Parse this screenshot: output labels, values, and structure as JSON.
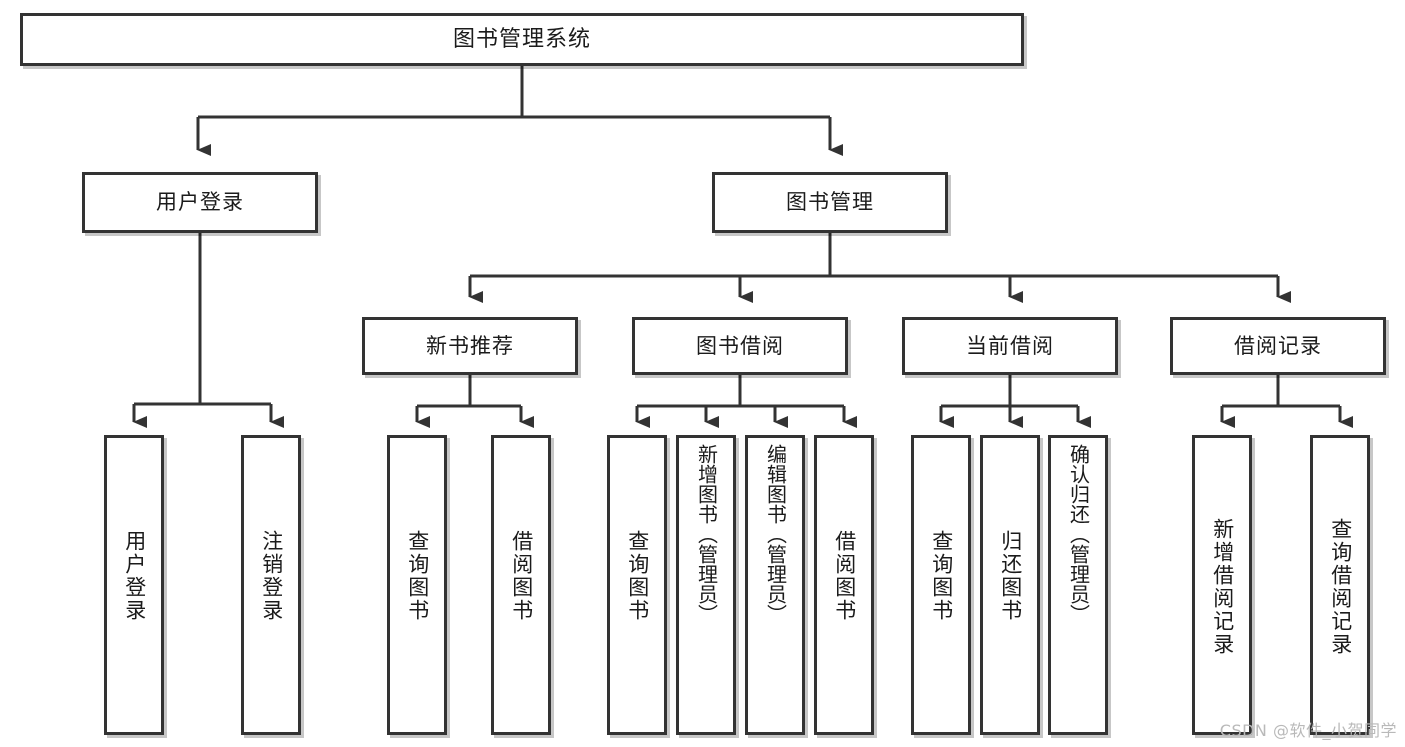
{
  "diagram": {
    "title": "图书管理系统",
    "watermark": "CSDN @软件_小贺同学",
    "accent_color": "#333333",
    "background_color": "#ffffff",
    "nodes": {
      "root": "图书管理系统",
      "level1": {
        "user_login": "用户登录",
        "book_manage": "图书管理"
      },
      "level2": {
        "new_book_rec": "新书推荐",
        "book_borrow": "图书借阅",
        "current_borrow": "当前借阅",
        "borrow_record": "借阅记录"
      },
      "leaves": {
        "user_login_1": "用户登录",
        "user_login_2": "注销登录",
        "new_book_1": "查询图书",
        "new_book_2": "借阅图书",
        "borrow_1": "查询图书",
        "borrow_2": "新增图书（管理员）",
        "borrow_3": "编辑图书（管理员）",
        "borrow_4": "借阅图书",
        "current_1": "查询图书",
        "current_2": "归还图书",
        "current_3": "确认归还（管理员）",
        "record_1": "新增借阅记录",
        "record_2": "查询借阅记录"
      }
    }
  },
  "chart_data": {
    "type": "table",
    "title": "图书管理系统",
    "structure": [
      {
        "label": "图书管理系统",
        "level": 0,
        "children": [
          {
            "label": "用户登录",
            "level": 1,
            "children": [
              {
                "label": "用户登录",
                "level": 2,
                "children": []
              },
              {
                "label": "注销登录",
                "level": 2,
                "children": []
              }
            ]
          },
          {
            "label": "图书管理",
            "level": 1,
            "children": [
              {
                "label": "新书推荐",
                "level": 2,
                "children": [
                  {
                    "label": "查询图书",
                    "level": 3,
                    "children": []
                  },
                  {
                    "label": "借阅图书",
                    "level": 3,
                    "children": []
                  }
                ]
              },
              {
                "label": "图书借阅",
                "level": 2,
                "children": [
                  {
                    "label": "查询图书",
                    "level": 3,
                    "children": []
                  },
                  {
                    "label": "新增图书（管理员）",
                    "level": 3,
                    "children": []
                  },
                  {
                    "label": "编辑图书（管理员）",
                    "level": 3,
                    "children": []
                  },
                  {
                    "label": "借阅图书",
                    "level": 3,
                    "children": []
                  }
                ]
              },
              {
                "label": "当前借阅",
                "level": 2,
                "children": [
                  {
                    "label": "查询图书",
                    "level": 3,
                    "children": []
                  },
                  {
                    "label": "归还图书",
                    "level": 3,
                    "children": []
                  },
                  {
                    "label": "确认归还（管理员）",
                    "level": 3,
                    "children": []
                  }
                ]
              },
              {
                "label": "借阅记录",
                "level": 2,
                "children": [
                  {
                    "label": "新增借阅记录",
                    "level": 3,
                    "children": []
                  },
                  {
                    "label": "查询借阅记录",
                    "level": 3,
                    "children": []
                  }
                ]
              }
            ]
          }
        ]
      }
    ]
  }
}
